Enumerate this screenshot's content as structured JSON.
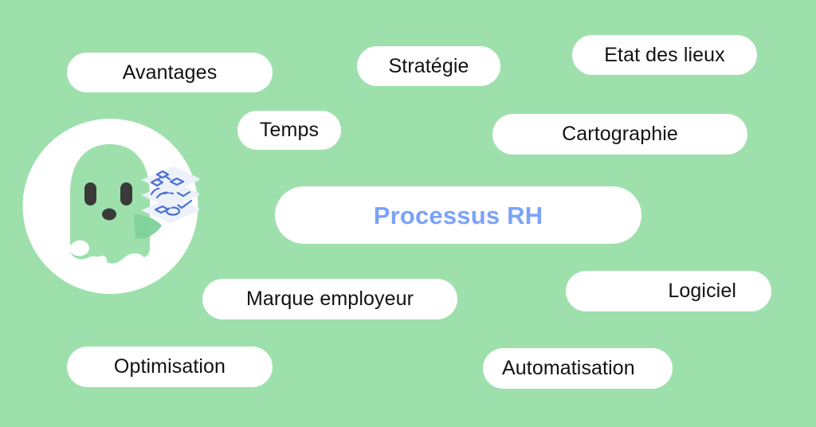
{
  "background": {
    "color": "#9DE0AC"
  },
  "theme": {
    "pill_background": "#FFFFFF",
    "pill_text": "#121212",
    "accent_blue": "#7BA3F8",
    "mascot_body": "#9DE0AC",
    "mascot_halo": "#FFFFFF",
    "mascot_eye": "#3A3A3A",
    "card_blue": "#4C6FD6",
    "card_face": "#EDF1FA",
    "arm_green": "#7FD19B"
  },
  "hero": {
    "label": "Processus RH"
  },
  "pills": [
    {
      "label": "Avantages",
      "align": "center"
    },
    {
      "label": "Stratégie",
      "align": "center"
    },
    {
      "label": "Etat des lieux",
      "align": "center"
    },
    {
      "label": "Temps",
      "align": "center"
    },
    {
      "label": "Cartographie",
      "align": "center"
    },
    {
      "label": "Marque employeur",
      "align": "center"
    },
    {
      "label": "Logiciel",
      "align": "rightish"
    },
    {
      "label": "Optimisation",
      "align": "center"
    },
    {
      "label": "Automatisation",
      "align": "leftish"
    }
  ],
  "mascot": {
    "name": "ghost-mascot",
    "holding": "stacked-process-cards"
  }
}
